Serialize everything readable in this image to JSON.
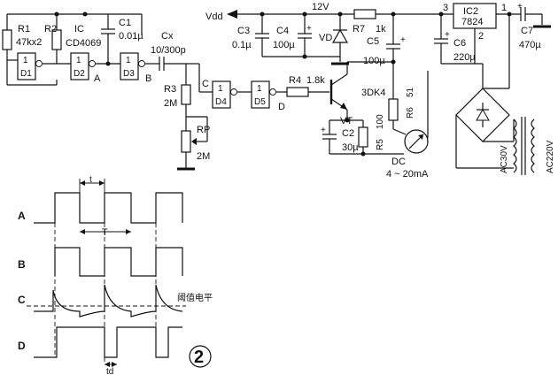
{
  "components": {
    "R1": {
      "name": "R1",
      "value": "47kx2"
    },
    "R2": {
      "name": "R2"
    },
    "IC": {
      "name": "IC",
      "value": "CD4069"
    },
    "C1": {
      "name": "C1",
      "value": "0.01µ"
    },
    "Cx": {
      "name": "Cx",
      "value": "10/300p"
    },
    "D1": "1",
    "D1n": "D1",
    "D2": "1",
    "D2n": "D2",
    "D3": "1",
    "D3n": "D3",
    "D4": "1",
    "D4n": "D4",
    "D5": "1",
    "D5n": "D5",
    "R3": {
      "name": "R3",
      "value": "2M"
    },
    "RP": {
      "name": "RP",
      "value": "2M"
    },
    "R4": {
      "name": "R4",
      "value": "1.8k"
    },
    "VT": {
      "name": "VT",
      "type": "3DK4"
    },
    "C2": {
      "name": "C2",
      "value": "30µ"
    },
    "R5": {
      "name": "R5",
      "value": "100"
    },
    "R6": {
      "name": "R6",
      "value": "51"
    },
    "C3": {
      "name": "C3",
      "value": "0.1µ"
    },
    "C4": {
      "name": "C4",
      "value": "100µ"
    },
    "VD": {
      "name": "VD"
    },
    "R7": {
      "name": "R7",
      "value": "1k"
    },
    "C5": {
      "name": "C5",
      "value": "100µ"
    },
    "IC2": {
      "name": "IC2",
      "value": "7824"
    },
    "C6": {
      "name": "C6",
      "value": "220µ"
    },
    "C7": {
      "name": "C7",
      "value": "470µ"
    },
    "DC": {
      "name": "DC",
      "range": "4 ~ 20mA"
    },
    "T_sec": "AC30V",
    "T_pri": "AC220V"
  },
  "nodes": {
    "A": "A",
    "B": "B",
    "C": "C",
    "D": "D",
    "vdd": "Vdd",
    "v12": "12V",
    "pin1": "1",
    "pin2": "2",
    "pin3": "3"
  },
  "waveforms": {
    "rows": [
      "A",
      "B",
      "C",
      "D"
    ],
    "t": "t",
    "T": "T",
    "td": "td",
    "threshold": "阈值电平",
    "figure": "2"
  },
  "signs": {
    "plus": "+"
  }
}
